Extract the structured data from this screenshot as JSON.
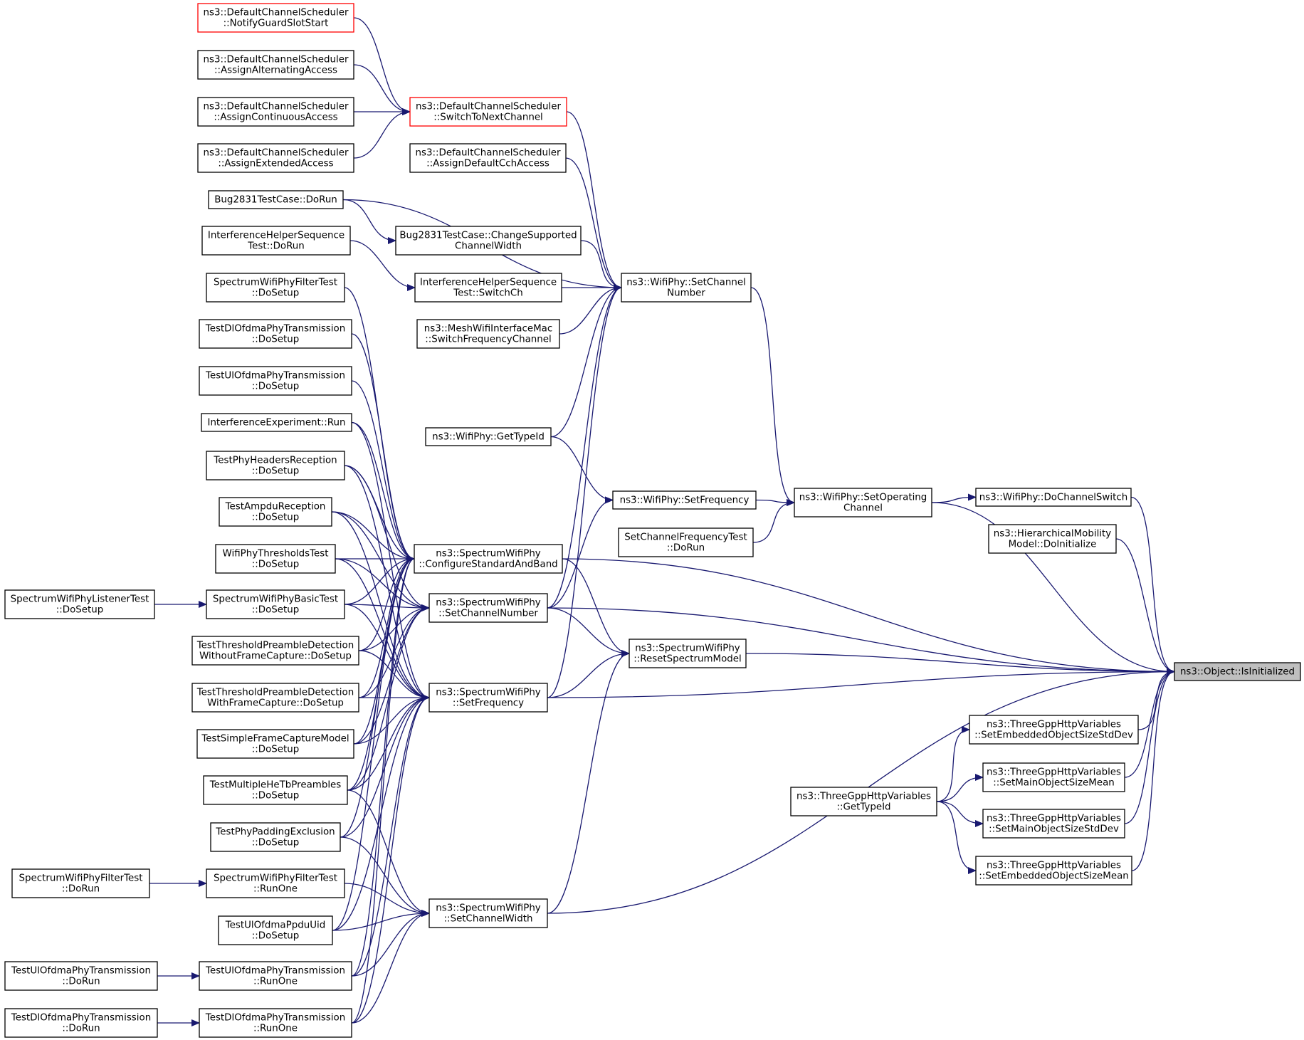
{
  "colors": {
    "edge": "#191970",
    "box_border": "#000000",
    "highlight_border": "#ff0000",
    "root_fill": "#bfbfbf"
  },
  "nodes": [
    {
      "id": "notify_guard",
      "lines": [
        "ns3::DefaultChannelScheduler",
        "::NotifyGuardSlotStart"
      ],
      "style": "red"
    },
    {
      "id": "assign_alt",
      "lines": [
        "ns3::DefaultChannelScheduler",
        "::AssignAlternatingAccess"
      ]
    },
    {
      "id": "assign_cont",
      "lines": [
        "ns3::DefaultChannelScheduler",
        "::AssignContinuousAccess"
      ]
    },
    {
      "id": "assign_ext",
      "lines": [
        "ns3::DefaultChannelScheduler",
        "::AssignExtendedAccess"
      ]
    },
    {
      "id": "switch_next",
      "lines": [
        "ns3::DefaultChannelScheduler",
        "::SwitchToNextChannel"
      ],
      "style": "red"
    },
    {
      "id": "assign_def",
      "lines": [
        "ns3::DefaultChannelScheduler",
        "::AssignDefaultCchAccess"
      ]
    },
    {
      "id": "bug_dorun",
      "lines": [
        "Bug2831TestCase::DoRun"
      ]
    },
    {
      "id": "bug_change",
      "lines": [
        "Bug2831TestCase::ChangeSupported",
        "ChannelWidth"
      ]
    },
    {
      "id": "ihs_dorun",
      "lines": [
        "InterferenceHelperSequence",
        "Test::DoRun"
      ]
    },
    {
      "id": "ihs_switch",
      "lines": [
        "InterferenceHelperSequence",
        "Test::SwitchCh"
      ]
    },
    {
      "id": "mesh_switch",
      "lines": [
        "ns3::MeshWifiInterfaceMac",
        "::SwitchFrequencyChannel"
      ]
    },
    {
      "id": "wp_setchan",
      "lines": [
        "ns3::WifiPhy::SetChannel",
        "Number"
      ]
    },
    {
      "id": "swpf_dosetup",
      "lines": [
        "SpectrumWifiPhyFilterTest",
        "::DoSetup"
      ]
    },
    {
      "id": "dlofdma_dosetup",
      "lines": [
        "TestDlOfdmaPhyTransmission",
        "::DoSetup"
      ]
    },
    {
      "id": "ulofdma_dosetup",
      "lines": [
        "TestUlOfdmaPhyTransmission",
        "::DoSetup"
      ]
    },
    {
      "id": "ie_run",
      "lines": [
        "InterferenceExperiment::Run"
      ]
    },
    {
      "id": "wp_gettypeid",
      "lines": [
        "ns3::WifiPhy::GetTypeId"
      ]
    },
    {
      "id": "tphr_dosetup",
      "lines": [
        "TestPhyHeadersReception",
        "::DoSetup"
      ]
    },
    {
      "id": "wp_setfreq",
      "lines": [
        "ns3::WifiPhy::SetFrequency"
      ]
    },
    {
      "id": "wp_setop",
      "lines": [
        "ns3::WifiPhy::SetOperating",
        "Channel"
      ]
    },
    {
      "id": "wp_dochsw",
      "lines": [
        "ns3::WifiPhy::DoChannelSwitch"
      ]
    },
    {
      "id": "tampdu_dosetup",
      "lines": [
        "TestAmpduReception",
        "::DoSetup"
      ]
    },
    {
      "id": "scft_dorun",
      "lines": [
        "SetChannelFrequencyTest",
        "::DoRun"
      ]
    },
    {
      "id": "hm_doinit",
      "lines": [
        "ns3::HierarchicalMobility",
        "Model::DoInitialize"
      ]
    },
    {
      "id": "swp_config",
      "lines": [
        "ns3::SpectrumWifiPhy",
        "::ConfigureStandardAndBand"
      ]
    },
    {
      "id": "wpt_dosetup",
      "lines": [
        "WifiPhyThresholdsTest",
        "::DoSetup"
      ]
    },
    {
      "id": "swpl_dosetup",
      "lines": [
        "SpectrumWifiPhyListenerTest",
        "::DoSetup"
      ]
    },
    {
      "id": "swpb_dosetup",
      "lines": [
        "SpectrumWifiPhyBasicTest",
        "::DoSetup"
      ]
    },
    {
      "id": "swp_setchan",
      "lines": [
        "ns3::SpectrumWifiPhy",
        "::SetChannelNumber"
      ]
    },
    {
      "id": "ttpd_wo",
      "lines": [
        "TestThresholdPreambleDetection",
        "WithoutFrameCapture::DoSetup"
      ]
    },
    {
      "id": "swp_reset",
      "lines": [
        "ns3::SpectrumWifiPhy",
        "::ResetSpectrumModel"
      ]
    },
    {
      "id": "obj_isinit",
      "lines": [
        "ns3::Object::IsInitialized"
      ],
      "style": "root"
    },
    {
      "id": "ttpd_with",
      "lines": [
        "TestThresholdPreambleDetection",
        "WithFrameCapture::DoSetup"
      ]
    },
    {
      "id": "swp_setfreq",
      "lines": [
        "ns3::SpectrumWifiPhy",
        "::SetFrequency"
      ]
    },
    {
      "id": "tgpp_embstd",
      "lines": [
        "ns3::ThreeGppHttpVariables",
        "::SetEmbeddedObjectSizeStdDev"
      ]
    },
    {
      "id": "tsfcm_dosetup",
      "lines": [
        "TestSimpleFrameCaptureModel",
        "::DoSetup"
      ]
    },
    {
      "id": "tgpp_mainmean",
      "lines": [
        "ns3::ThreeGppHttpVariables",
        "::SetMainObjectSizeMean"
      ]
    },
    {
      "id": "tmhtp_dosetup",
      "lines": [
        "TestMultipleHeTbPreambles",
        "::DoSetup"
      ]
    },
    {
      "id": "tgpp_gettypeid",
      "lines": [
        "ns3::ThreeGppHttpVariables",
        "::GetTypeId"
      ]
    },
    {
      "id": "tgpp_mainstd",
      "lines": [
        "ns3::ThreeGppHttpVariables",
        "::SetMainObjectSizeStdDev"
      ]
    },
    {
      "id": "tppe_dosetup",
      "lines": [
        "TestPhyPaddingExclusion",
        "::DoSetup"
      ]
    },
    {
      "id": "tgpp_embmean",
      "lines": [
        "ns3::ThreeGppHttpVariables",
        "::SetEmbeddedObjectSizeMean"
      ]
    },
    {
      "id": "swpf_dorun",
      "lines": [
        "SpectrumWifiPhyFilterTest",
        "::DoRun"
      ]
    },
    {
      "id": "swpf_runone",
      "lines": [
        "SpectrumWifiPhyFilterTest",
        "::RunOne"
      ]
    },
    {
      "id": "tulpdu_dosetup",
      "lines": [
        "TestUlOfdmaPpduUid",
        "::DoSetup"
      ]
    },
    {
      "id": "swp_setwidth",
      "lines": [
        "ns3::SpectrumWifiPhy",
        "::SetChannelWidth"
      ]
    },
    {
      "id": "ulofdma_dorun",
      "lines": [
        "TestUlOfdmaPhyTransmission",
        "::DoRun"
      ]
    },
    {
      "id": "ulofdma_runone",
      "lines": [
        "TestUlOfdmaPhyTransmission",
        "::RunOne"
      ]
    },
    {
      "id": "dlofdma_dorun",
      "lines": [
        "TestDlOfdmaPhyTransmission",
        "::DoRun"
      ]
    },
    {
      "id": "dlofdma_runone",
      "lines": [
        "TestDlOfdmaPhyTransmission",
        "::RunOne"
      ]
    }
  ],
  "edges": [
    [
      "notify_guard",
      "switch_next"
    ],
    [
      "assign_alt",
      "switch_next"
    ],
    [
      "assign_cont",
      "switch_next"
    ],
    [
      "assign_ext",
      "switch_next"
    ],
    [
      "switch_next",
      "wp_setchan"
    ],
    [
      "assign_def",
      "wp_setchan"
    ],
    [
      "bug_dorun",
      "wp_setchan"
    ],
    [
      "bug_dorun",
      "bug_change"
    ],
    [
      "bug_change",
      "wp_setchan"
    ],
    [
      "ihs_dorun",
      "ihs_switch"
    ],
    [
      "ihs_switch",
      "wp_setchan"
    ],
    [
      "mesh_switch",
      "wp_setchan"
    ],
    [
      "wp_gettypeid",
      "wp_setchan"
    ],
    [
      "swp_setchan",
      "wp_setchan"
    ],
    [
      "swp_setfreq",
      "wp_setchan"
    ],
    [
      "wp_setchan",
      "wp_setop"
    ],
    [
      "wp_gettypeid",
      "wp_setfreq"
    ],
    [
      "swp_setchan",
      "wp_setfreq"
    ],
    [
      "wp_setfreq",
      "wp_setop"
    ],
    [
      "scft_dorun",
      "wp_setop"
    ],
    [
      "wp_setop",
      "wp_dochsw"
    ],
    [
      "wp_setop",
      "obj_isinit"
    ],
    [
      "wp_dochsw",
      "obj_isinit"
    ],
    [
      "hm_doinit",
      "obj_isinit"
    ],
    [
      "swp_config",
      "obj_isinit"
    ],
    [
      "swp_setchan",
      "obj_isinit"
    ],
    [
      "swp_reset",
      "obj_isinit"
    ],
    [
      "swp_setfreq",
      "obj_isinit"
    ],
    [
      "swp_setwidth",
      "obj_isinit"
    ],
    [
      "tgpp_embstd",
      "obj_isinit"
    ],
    [
      "tgpp_mainmean",
      "obj_isinit"
    ],
    [
      "tgpp_mainstd",
      "obj_isinit"
    ],
    [
      "tgpp_embmean",
      "obj_isinit"
    ],
    [
      "tgpp_gettypeid",
      "tgpp_embstd"
    ],
    [
      "tgpp_gettypeid",
      "tgpp_mainmean"
    ],
    [
      "tgpp_gettypeid",
      "tgpp_mainstd"
    ],
    [
      "tgpp_gettypeid",
      "tgpp_embmean"
    ],
    [
      "swp_config",
      "swp_reset"
    ],
    [
      "swp_setchan",
      "swp_reset"
    ],
    [
      "swp_setfreq",
      "swp_reset"
    ],
    [
      "swp_setwidth",
      "swp_reset"
    ],
    [
      "swpf_dosetup",
      "swp_config"
    ],
    [
      "dlofdma_dosetup",
      "swp_config"
    ],
    [
      "ulofdma_dosetup",
      "swp_config"
    ],
    [
      "ie_run",
      "swp_config"
    ],
    [
      "tphr_dosetup",
      "swp_config"
    ],
    [
      "tampdu_dosetup",
      "swp_config"
    ],
    [
      "wpt_dosetup",
      "swp_config"
    ],
    [
      "swpb_dosetup",
      "swp_config"
    ],
    [
      "ttpd_wo",
      "swp_config"
    ],
    [
      "ttpd_with",
      "swp_config"
    ],
    [
      "tsfcm_dosetup",
      "swp_config"
    ],
    [
      "tmhtp_dosetup",
      "swp_config"
    ],
    [
      "tppe_dosetup",
      "swp_config"
    ],
    [
      "tulpdu_dosetup",
      "swp_config"
    ],
    [
      "ulofdma_runone",
      "swp_config"
    ],
    [
      "dlofdma_runone",
      "swp_config"
    ],
    [
      "tphr_dosetup",
      "swp_setchan"
    ],
    [
      "tampdu_dosetup",
      "swp_setchan"
    ],
    [
      "wpt_dosetup",
      "swp_setchan"
    ],
    [
      "swpb_dosetup",
      "swp_setchan"
    ],
    [
      "ttpd_wo",
      "swp_setchan"
    ],
    [
      "ttpd_with",
      "swp_setchan"
    ],
    [
      "tsfcm_dosetup",
      "swp_setchan"
    ],
    [
      "tmhtp_dosetup",
      "swp_setchan"
    ],
    [
      "ie_run",
      "swp_setfreq"
    ],
    [
      "tphr_dosetup",
      "swp_setfreq"
    ],
    [
      "tampdu_dosetup",
      "swp_setfreq"
    ],
    [
      "wpt_dosetup",
      "swp_setfreq"
    ],
    [
      "swpb_dosetup",
      "swp_setfreq"
    ],
    [
      "ttpd_wo",
      "swp_setfreq"
    ],
    [
      "ttpd_with",
      "swp_setfreq"
    ],
    [
      "tsfcm_dosetup",
      "swp_setfreq"
    ],
    [
      "tmhtp_dosetup",
      "swp_setfreq"
    ],
    [
      "tppe_dosetup",
      "swp_setfreq"
    ],
    [
      "tulpdu_dosetup",
      "swp_setfreq"
    ],
    [
      "ulofdma_runone",
      "swp_setfreq"
    ],
    [
      "dlofdma_runone",
      "swp_setfreq"
    ],
    [
      "tmhtp_dosetup",
      "swp_setwidth"
    ],
    [
      "tppe_dosetup",
      "swp_setwidth"
    ],
    [
      "swpf_runone",
      "swp_setwidth"
    ],
    [
      "tulpdu_dosetup",
      "swp_setwidth"
    ],
    [
      "ulofdma_runone",
      "swp_setwidth"
    ],
    [
      "dlofdma_runone",
      "swp_setwidth"
    ],
    [
      "swpl_dosetup",
      "swpb_dosetup"
    ],
    [
      "swpf_dorun",
      "swpf_runone"
    ],
    [
      "ulofdma_dorun",
      "ulofdma_runone"
    ],
    [
      "dlofdma_dorun",
      "dlofdma_runone"
    ]
  ]
}
